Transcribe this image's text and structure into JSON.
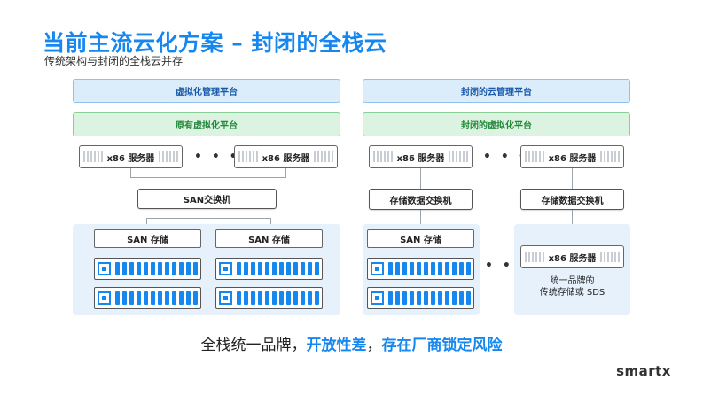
{
  "title": "当前主流云化方案 – 封闭的全栈云",
  "subtitle": "传统架构与封闭的全栈云并存",
  "left": {
    "mgmt": "虚拟化管理平台",
    "virt": "原有虚拟化平台",
    "server1": "x86 服务器",
    "server2": "x86 服务器",
    "ellipsis": "• • •",
    "switch": "SAN交换机",
    "san1": "SAN  存储",
    "san2": "SAN  存储"
  },
  "right": {
    "mgmt": "封闭的云管理平台",
    "virt": "封闭的虚拟化平台",
    "server1": "x86 服务器",
    "server2": "x86 服务器",
    "ellipsis_top": "• • •",
    "ellipsis_mid": "• • •",
    "switch1": "存储数据交换机",
    "switch2": "存储数据交换机",
    "san": "SAN  存储",
    "server3": "x86 服务器",
    "note_line1": "统一品牌的",
    "note_line2": "传统存储或 SDS"
  },
  "slogan": {
    "part1": "全栈统一品牌，",
    "part2": "开放性差",
    "part3": "，",
    "part4": "存在厂商锁定风险"
  },
  "brand": "smartx",
  "colors": {
    "accent": "#1787f0",
    "blue_bar": "#dbecfb",
    "green_bar": "#ddf3e1",
    "panel": "#e6f1fc"
  }
}
